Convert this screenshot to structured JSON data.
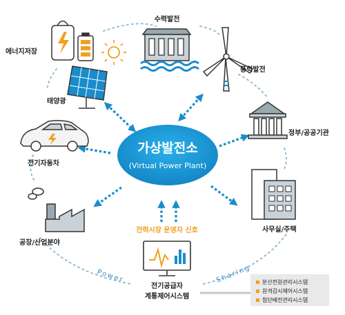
{
  "hub": {
    "title": "가상발전소",
    "subtitle": "(Virtual Power Plant)"
  },
  "nodes": {
    "hydro": "수력발전",
    "wind": "풍력발전",
    "government": "정부/공공기관",
    "office": "사무실/주택",
    "factory": "공장/산업분야",
    "ev": "전기자동차",
    "solar": "태양광",
    "storage": "에너지저장",
    "control_line1": "전기공급자",
    "control_line2": "계통제어시스템"
  },
  "signal_label": "전력시장 운영자 신호",
  "curve_words": {
    "left": "Power",
    "right": "Sharing"
  },
  "legend": [
    "분산전원관리시스템",
    "원격감시제어시스템",
    "첨단배전관리시스템"
  ],
  "colors": {
    "hub": "#1a9ad6",
    "accent": "#f0a020",
    "arrow": "#1a8ccb",
    "dots": "#8fbcd6"
  }
}
